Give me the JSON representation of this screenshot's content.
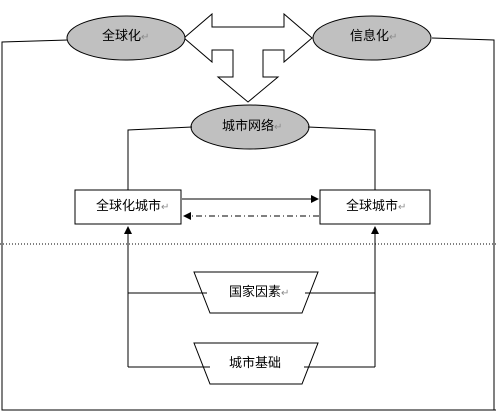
{
  "nodes": {
    "globalization": "全球化",
    "informatization": "信息化",
    "city_network": "城市网络",
    "globalizing_city": "全球化城市",
    "global_city": "全球城市",
    "national_factors": "国家因素",
    "city_foundation": "城市基础"
  },
  "paragraph_mark": "↵",
  "colors": {
    "ellipse_fill": "#c0c0c0",
    "stroke": "#000000",
    "background": "#ffffff"
  }
}
